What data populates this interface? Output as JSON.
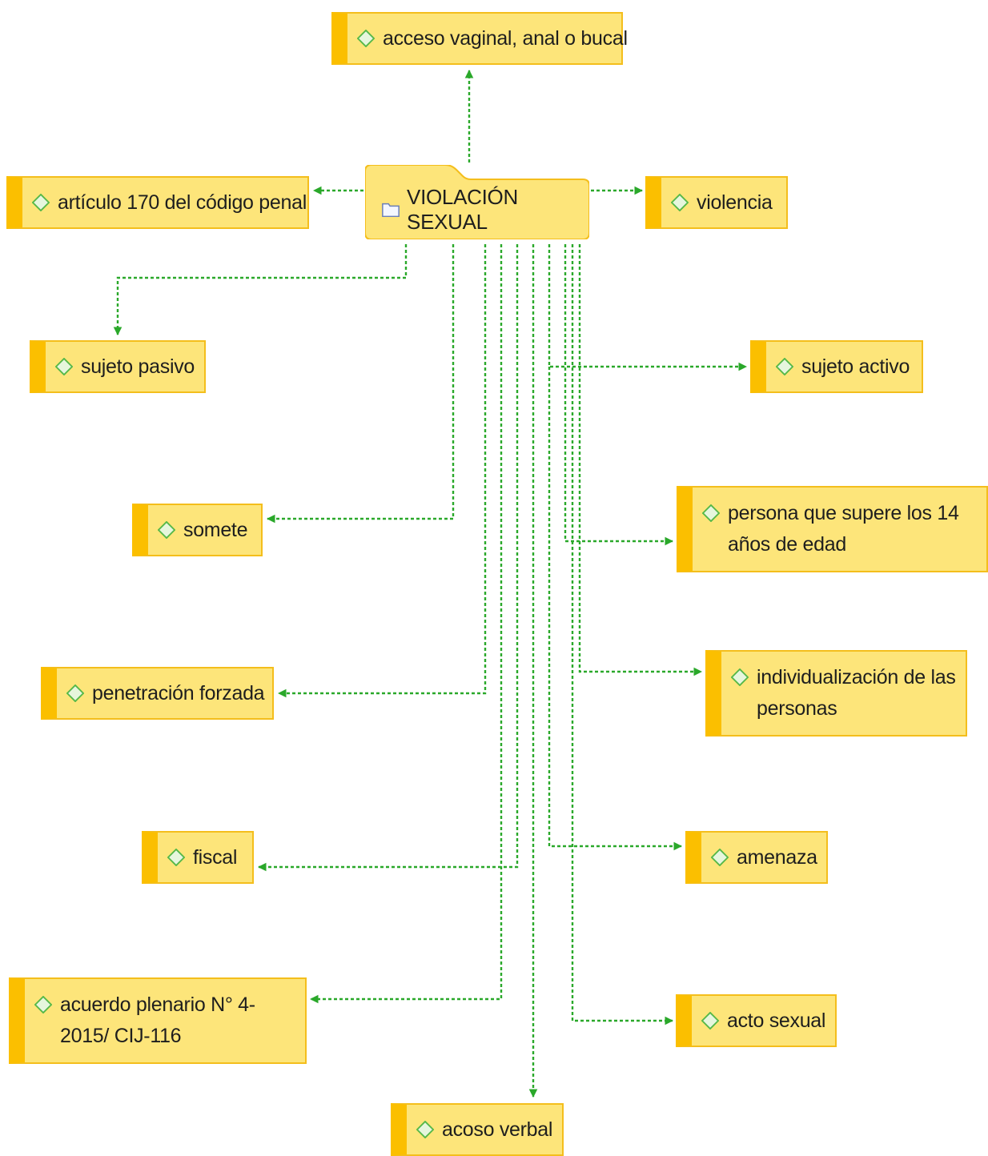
{
  "root": {
    "label": "VIOLACIÓN SEXUAL",
    "icon": "folder-icon"
  },
  "nodes": [
    {
      "id": "acceso",
      "label": "acceso vaginal, anal o bucal"
    },
    {
      "id": "articulo",
      "label": "artículo 170 del código penal"
    },
    {
      "id": "violencia",
      "label": "violencia"
    },
    {
      "id": "sujeto-pasivo",
      "label": "sujeto pasivo"
    },
    {
      "id": "sujeto-activo",
      "label": "sujeto activo"
    },
    {
      "id": "somete",
      "label": "somete"
    },
    {
      "id": "persona",
      "label": "persona que supere los 14 años de edad"
    },
    {
      "id": "penetracion",
      "label": "penetración forzada"
    },
    {
      "id": "individualizacion",
      "label": "individualización de las personas"
    },
    {
      "id": "fiscal",
      "label": "fiscal"
    },
    {
      "id": "amenaza",
      "label": "amenaza"
    },
    {
      "id": "acuerdo",
      "label": "acuerdo plenario N° 4-2015/ CIJ-116"
    },
    {
      "id": "acto-sexual",
      "label": "acto sexual"
    },
    {
      "id": "acoso-verbal",
      "label": "acoso verbal"
    }
  ],
  "colors": {
    "node_fill": "#fde57a",
    "node_accent": "#fbbf00",
    "node_border": "#f4be1c",
    "connector": "#2aa82a",
    "diamond_stroke": "#55b848",
    "diamond_fill": "#e6f6dd"
  }
}
